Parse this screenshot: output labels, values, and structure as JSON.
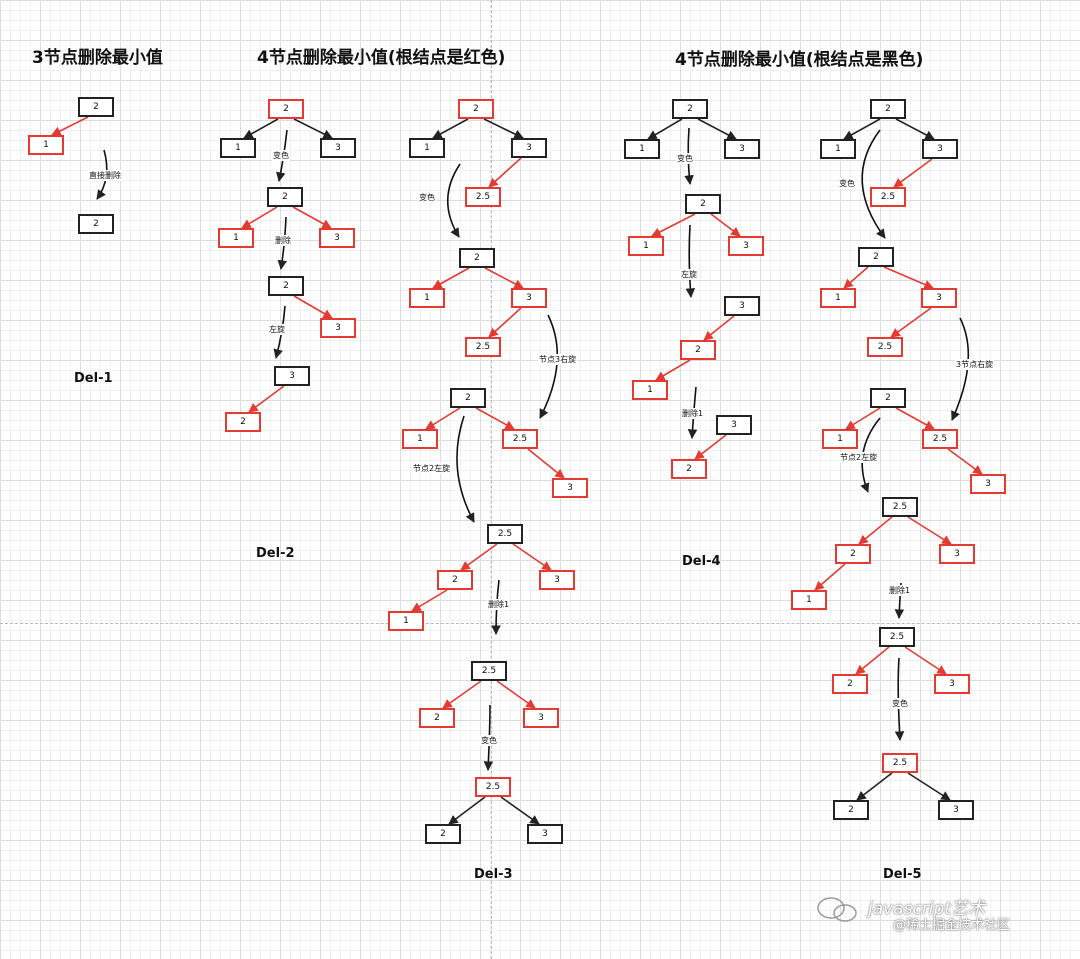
{
  "titles": {
    "case3": "3节点删除最小值",
    "case4_red": "4节点删除最小值(根结点是红色)",
    "case4_black": "4节点删除最小值(根结点是黑色)"
  },
  "captions": {
    "del1": "Del-1",
    "del2": "Del-2",
    "del3": "Del-3",
    "del4": "Del-4",
    "del5": "Del-5"
  },
  "colors": {
    "red": "#e43a32",
    "black": "#222222"
  },
  "nodes": [
    {
      "text": "2",
      "color": "black"
    },
    {
      "text": "1",
      "color": "red"
    },
    {
      "text": "2",
      "color": "black"
    },
    {
      "text": "2",
      "color": "red"
    },
    {
      "text": "1",
      "color": "black"
    },
    {
      "text": "3",
      "color": "black"
    },
    {
      "text": "2",
      "color": "black"
    },
    {
      "text": "1",
      "color": "red"
    },
    {
      "text": "3",
      "color": "red"
    },
    {
      "text": "2",
      "color": "black"
    },
    {
      "text": "3",
      "color": "red"
    },
    {
      "text": "3",
      "color": "black"
    },
    {
      "text": "2",
      "color": "red"
    },
    {
      "text": "2",
      "color": "red"
    },
    {
      "text": "1",
      "color": "black"
    },
    {
      "text": "3",
      "color": "black"
    },
    {
      "text": "2.5",
      "color": "red"
    },
    {
      "text": "2",
      "color": "black"
    },
    {
      "text": "1",
      "color": "red"
    },
    {
      "text": "3",
      "color": "red"
    },
    {
      "text": "2.5",
      "color": "red"
    },
    {
      "text": "2",
      "color": "black"
    },
    {
      "text": "1",
      "color": "red"
    },
    {
      "text": "2.5",
      "color": "red"
    },
    {
      "text": "3",
      "color": "red"
    },
    {
      "text": "2.5",
      "color": "black"
    },
    {
      "text": "2",
      "color": "red"
    },
    {
      "text": "3",
      "color": "red"
    },
    {
      "text": "1",
      "color": "red"
    },
    {
      "text": "2.5",
      "color": "black"
    },
    {
      "text": "2",
      "color": "red"
    },
    {
      "text": "3",
      "color": "red"
    },
    {
      "text": "2.5",
      "color": "red"
    },
    {
      "text": "2",
      "color": "black"
    },
    {
      "text": "3",
      "color": "black"
    },
    {
      "text": "2",
      "color": "black"
    },
    {
      "text": "1",
      "color": "black"
    },
    {
      "text": "3",
      "color": "black"
    },
    {
      "text": "2",
      "color": "black"
    },
    {
      "text": "1",
      "color": "red"
    },
    {
      "text": "3",
      "color": "red"
    },
    {
      "text": "3",
      "color": "black"
    },
    {
      "text": "2",
      "color": "red"
    },
    {
      "text": "1",
      "color": "red"
    },
    {
      "text": "3",
      "color": "black"
    },
    {
      "text": "2",
      "color": "red"
    },
    {
      "text": "2",
      "color": "black"
    },
    {
      "text": "1",
      "color": "black"
    },
    {
      "text": "3",
      "color": "black"
    },
    {
      "text": "2.5",
      "color": "red"
    },
    {
      "text": "2",
      "color": "black"
    },
    {
      "text": "1",
      "color": "red"
    },
    {
      "text": "3",
      "color": "red"
    },
    {
      "text": "2.5",
      "color": "red"
    },
    {
      "text": "2",
      "color": "black"
    },
    {
      "text": "1",
      "color": "red"
    },
    {
      "text": "2.5",
      "color": "red"
    },
    {
      "text": "3",
      "color": "red"
    },
    {
      "text": "2.5",
      "color": "black"
    },
    {
      "text": "2",
      "color": "red"
    },
    {
      "text": "3",
      "color": "red"
    },
    {
      "text": "1",
      "color": "red"
    },
    {
      "text": "2.5",
      "color": "black"
    },
    {
      "text": "2",
      "color": "red"
    },
    {
      "text": "3",
      "color": "red"
    },
    {
      "text": "2.5",
      "color": "red"
    },
    {
      "text": "2",
      "color": "black"
    },
    {
      "text": "3",
      "color": "black"
    }
  ],
  "step_labels": [
    "直接删除",
    "变色",
    "删除",
    "左旋",
    "变色",
    "节点3右旋",
    "节点2左旋",
    "删除1",
    "变色",
    "变色",
    "左旋",
    "删除1",
    "变色",
    "3节点右旋",
    "节点2左旋",
    "删除1",
    "变色"
  ],
  "watermark": {
    "line1": "javascript艺术",
    "line2": "@稀土掘金技术社区"
  }
}
